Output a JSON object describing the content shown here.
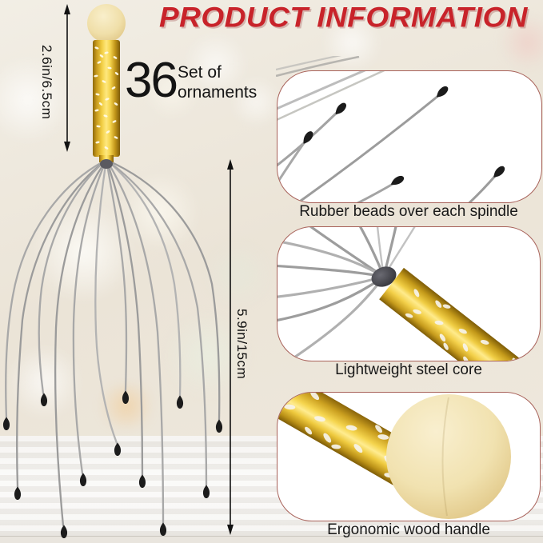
{
  "title": "PRODUCT INFORMATION",
  "annotation": {
    "count": "36",
    "count_label": "Set of ornaments"
  },
  "dimensions": {
    "handle_length": "2.6in/6.5cm",
    "overall_length": "5.9in/15cm"
  },
  "panels": [
    {
      "caption": "Rubber beads over each spindle"
    },
    {
      "caption": "Lightweight steel core"
    },
    {
      "caption": "Ergonomic wood handle"
    }
  ],
  "colors": {
    "accent_red": "#c8232a",
    "gold": "#e5b92d",
    "wood_cream": "#efdfae",
    "panel_border": "#a8625a",
    "wire_gray": "#a8a8a8",
    "bead_black": "#1c1c1c"
  }
}
